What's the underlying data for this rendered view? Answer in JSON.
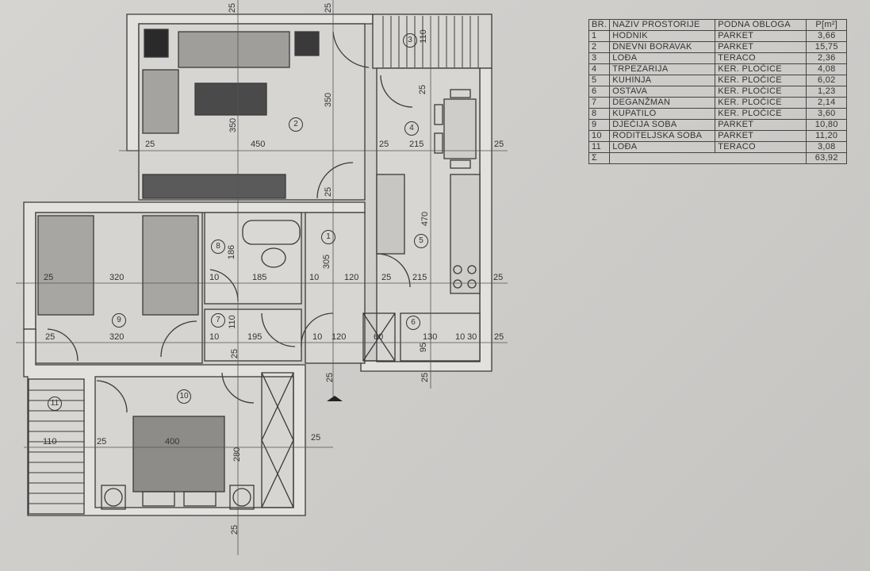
{
  "room_table": {
    "headers": [
      "BR.",
      "NAZIV PROSTORIJE",
      "PODNA OBLOGA",
      "P[m²]"
    ],
    "rows": [
      {
        "no": "1",
        "name": "HODNIK",
        "floor": "PARKET",
        "area": "3,66"
      },
      {
        "no": "2",
        "name": "DNEVNI BORAVAK",
        "floor": "PARKET",
        "area": "15,75"
      },
      {
        "no": "3",
        "name": "LOĐA",
        "floor": "TERACO",
        "area": "2,36"
      },
      {
        "no": "4",
        "name": "TRPEZARIJA",
        "floor": "KER. PLOČICE",
        "area": "4,08"
      },
      {
        "no": "5",
        "name": "KUHINJA",
        "floor": "KER. PLOČICE",
        "area": "6,02"
      },
      {
        "no": "6",
        "name": "OSTAVA",
        "floor": "KER. PLOČICE",
        "area": "1,23"
      },
      {
        "no": "7",
        "name": "DEGANŽMAN",
        "floor": "KER. PLOČICE",
        "area": "2,14"
      },
      {
        "no": "8",
        "name": "KUPATILO",
        "floor": "KER. PLOČICE",
        "area": "3,60"
      },
      {
        "no": "9",
        "name": "DJEČIJA SOBA",
        "floor": "PARKET",
        "area": "10,80"
      },
      {
        "no": "10",
        "name": "RODITELJSKA SOBA",
        "floor": "PARKET",
        "area": "11,20"
      },
      {
        "no": "11",
        "name": "LOĐA",
        "floor": "TERACO",
        "area": "3,08"
      }
    ],
    "total_label": "Σ",
    "total_area": "63,92"
  },
  "room_markers": [
    "1",
    "2",
    "3",
    "4",
    "5",
    "6",
    "7",
    "8",
    "9",
    "10",
    "11"
  ],
  "dimensions": {
    "d25": "25",
    "d450": "450",
    "d350": "350",
    "d215": "215",
    "d110": "110",
    "d320": "320",
    "d186": "186",
    "d185": "185",
    "d10": "10",
    "d305": "305",
    "d120": "120",
    "d470": "470",
    "d195": "195",
    "d60": "60",
    "d130": "130",
    "d30": "30",
    "d95": "95",
    "d400": "400",
    "d280": "280"
  }
}
